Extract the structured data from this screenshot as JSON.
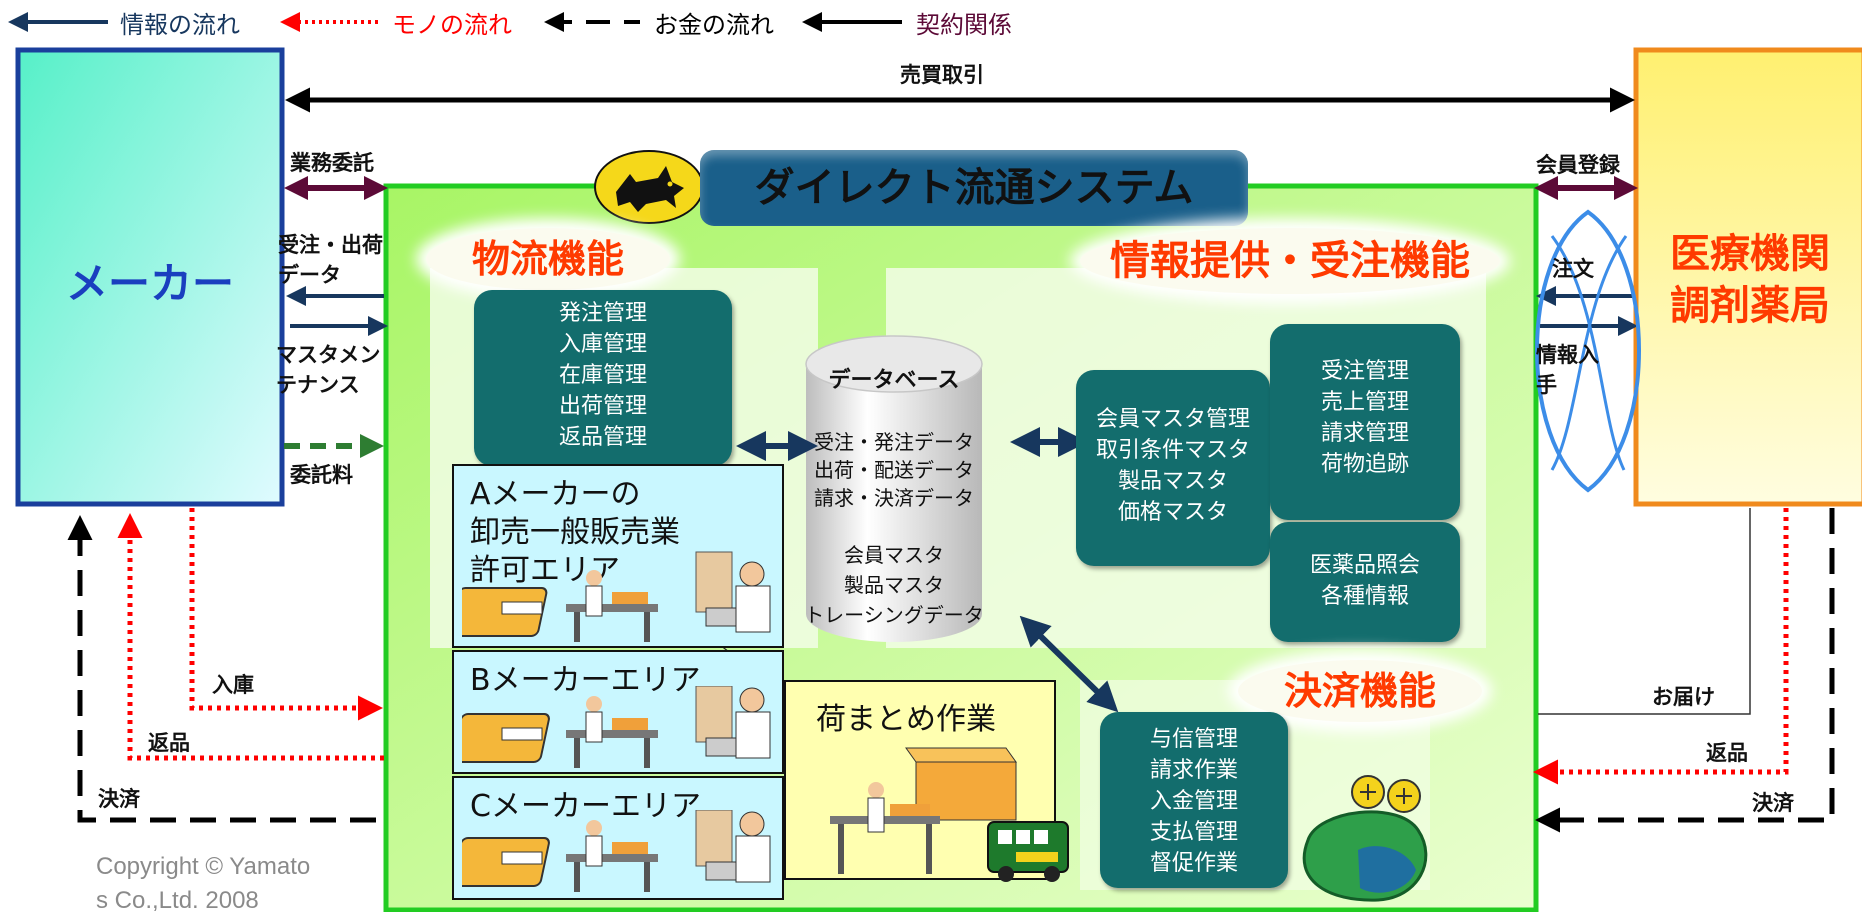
{
  "legend": {
    "info": "情報の流れ",
    "goods": "モノの流れ",
    "money": "お金の流れ",
    "contract": "契約関係"
  },
  "colors": {
    "info": "#17375e",
    "goods": "#ff0000",
    "contract": "#5c0a37",
    "money": "#000000",
    "accent": "#ff3a00"
  },
  "maker": {
    "title": "メーカー"
  },
  "medical": {
    "line1": "医療機関",
    "line2": "調剤薬局"
  },
  "trade": "売買取引",
  "left_labels": {
    "outsourcing": "業務委託",
    "order_data_1": "受注・出荷",
    "order_data_2": "データ",
    "master_1": "マスタメン",
    "master_2": "テナンス",
    "fee": "委託料",
    "receiving": "入庫",
    "returns": "返品",
    "settlement": "決済"
  },
  "right_labels": {
    "membership": "会員登録",
    "order": "注文",
    "info_1": "情報入",
    "info_2": "手",
    "delivery": "お届け",
    "returns": "返品",
    "settlement": "決済"
  },
  "system": {
    "title": "ダイレクト流通システム",
    "logo_icon": "yamato-cat-logo-icon"
  },
  "logistics": {
    "title": "物流機能",
    "items": [
      "発注管理",
      "入庫管理",
      "在庫管理",
      "出荷管理",
      "返品管理"
    ]
  },
  "database": {
    "title": "データベース",
    "items_top": [
      "受注・発注データ",
      "出荷・配送データ",
      "請求・決済データ"
    ],
    "items_bottom": [
      "会員マスタ",
      "製品マスタ",
      "トレーシングデータ"
    ]
  },
  "info_function": {
    "title": "情報提供・受注機能",
    "masters": [
      "会員マスタ管理",
      "取引条件マスタ",
      "製品マスタ",
      "価格マスタ"
    ],
    "orders": [
      "受注管理",
      "売上管理",
      "請求管理",
      "荷物追跡"
    ],
    "drug_info": [
      "医薬品照会",
      "各種情報"
    ]
  },
  "settlement_function": {
    "title": "決済機能",
    "items": [
      "与信管理",
      "請求作業",
      "入金管理",
      "支払管理",
      "督促作業"
    ]
  },
  "areas": {
    "a_line1": "Aメーカーの",
    "a_line2": "卸売一般販売業",
    "a_line3": "許可エリア",
    "b": "Bメーカーエリア",
    "c": "Cメーカーエリア"
  },
  "packing": {
    "title": "荷まとめ作業"
  },
  "copyright": {
    "line1": "Copyright © Yamato",
    "line2": "s Co.,Ltd. 2008"
  }
}
